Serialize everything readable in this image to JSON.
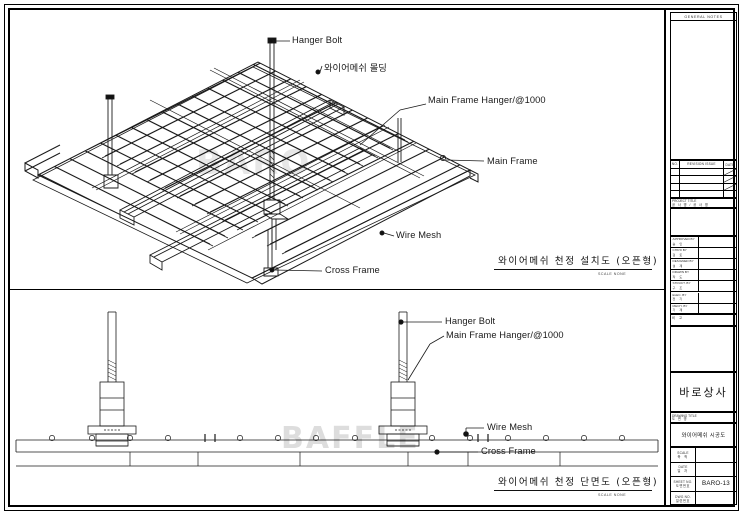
{
  "sheet": {
    "border_style": "double-line",
    "watermark_top": "BARO",
    "watermark_bottom": "BAFFLE"
  },
  "iso_view": {
    "caption": "와이어메쉬 천정 설치도 (오픈형)",
    "scale": "SCALE NONE",
    "labels": [
      {
        "key": "hanger_bolt",
        "text": "Hanger Bolt"
      },
      {
        "key": "wire_mesh_molding",
        "text": "와이어메쉬 몰딩"
      },
      {
        "key": "main_frame_hanger",
        "text": "Main Frame Hanger/@1000"
      },
      {
        "key": "main_frame",
        "text": "Main Frame"
      },
      {
        "key": "wire_mesh",
        "text": "Wire Mesh"
      },
      {
        "key": "cross_frame",
        "text": "Cross Frame"
      }
    ]
  },
  "section_view": {
    "caption": "와이어메쉬 천정 단면도 (오픈형)",
    "scale": "SCALE NONE",
    "labels": [
      {
        "key": "hanger_bolt",
        "text": "Hanger Bolt"
      },
      {
        "key": "main_frame_hanger",
        "text": "Main Frame Hanger/@1000"
      },
      {
        "key": "wire_mesh",
        "text": "Wire Mesh"
      },
      {
        "key": "cross_frame",
        "text": "Cross Frame"
      }
    ]
  },
  "title_block": {
    "general_notes_header": "GENERAL  NOTES",
    "revision": {
      "headers": [
        "NO.",
        "REVISION ISSUE",
        "DATE"
      ],
      "rows": [
        {
          "no": "",
          "issue": "",
          "date": ""
        },
        {
          "no": "",
          "issue": "",
          "date": ""
        },
        {
          "no": "",
          "issue": "",
          "date": ""
        }
      ]
    },
    "project": {
      "label_en": "PROJECT  TITLE",
      "label_kr": "공 사 명 / 공 사 명",
      "value": ""
    },
    "approvals": [
      {
        "label_en": "APPROVED BY",
        "label_kr": "승    인",
        "value": ""
      },
      {
        "label_en": "CHK'D BY",
        "label_kr": "검    토",
        "value": ""
      },
      {
        "label_en": "DESIGNED BY",
        "label_kr": "설    계",
        "value": ""
      },
      {
        "label_en": "DRAWN BY",
        "label_kr": "작    도",
        "value": ""
      },
      {
        "label_en": "STRUCT. BY",
        "label_kr": "구    조",
        "value": ""
      },
      {
        "label_en": "ELEC. BY",
        "label_kr": "전    기",
        "value": ""
      },
      {
        "label_en": "MECH. BY",
        "label_kr": "기    계",
        "value": ""
      }
    ],
    "note_small": "비  고",
    "company_name": "바로상사",
    "drawing_title": {
      "label_en": "DRAWING TITLE",
      "label_kr": "도    면    명",
      "value": "와이어메쉬 시공도"
    },
    "bottom_rows": [
      {
        "label_en": "SCALE",
        "label_kr": "축  척",
        "value": ""
      },
      {
        "label_en": "DATE",
        "label_kr": "일  자",
        "value": ""
      },
      {
        "label_en": "SHEET NO.",
        "label_kr": "도면번호",
        "value": "BARO-13"
      },
      {
        "label_en": "DWG NO.",
        "label_kr": "일련번호",
        "value": ""
      }
    ]
  }
}
